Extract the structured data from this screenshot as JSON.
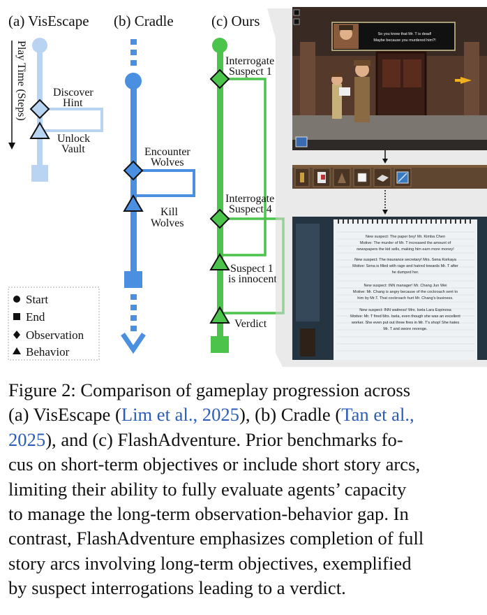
{
  "panels": {
    "a": {
      "title": "(a) VisEscape",
      "axis_label": "Play Time (Steps)",
      "nodes": [
        "Discover",
        "Hint",
        "Unlock",
        "Vault"
      ]
    },
    "b": {
      "title": "(b) Cradle",
      "nodes": [
        "Encounter",
        "Wolves",
        "Kill",
        "Wolves"
      ]
    },
    "c": {
      "title": "(c) Ours",
      "nodes": [
        "Interrogate",
        "Suspect 1",
        "Interrogate",
        "Suspect 4",
        "Suspect 1",
        "is innocent",
        "Verdict"
      ]
    }
  },
  "legend": [
    "Start",
    "End",
    "Observation",
    "Behavior"
  ],
  "colors": {
    "visescape": "#b9d3f3",
    "cradle": "#4a8fe0",
    "ours": "#4cc44c"
  },
  "screenshot": {
    "dialogue": [
      "So you know that Mr. T is dead!",
      "Maybe because you murdered him?!"
    ],
    "notebook": [
      "New suspect: The paper boy! Mr. Kimba Chen",
      "Motive: The murder of Mr. T increased the amount of",
      "newspapers the kid sells, making him earn more money!",
      "New suspect: The insurance secretary! Mrs. Sena Korkaya",
      "Motive: Sena is filled with rage and hatred towards Mr. T after",
      "he dumped her.",
      "New suspect: INN manager! Mr. Chang Jun Wei",
      "Motive: Mr. Chang is angry because of the cockroach sent to",
      "him by Mr.T. That cockroach hurt Mr. Chang's business.",
      "New suspect: INN waitress! Mrs. Isela Lara Espinosa",
      "Motive: Mr. T fired Mrs. Isela, even though she was an excellent",
      "worker. She even put out three fires in Mr. T's shop! She hates",
      "Mr. T and swore revenge."
    ]
  },
  "caption": {
    "lines": [
      [
        "Figure 2: Comparison of gameplay progression across"
      ],
      [
        "(a) VisEscape (",
        {
          "cite": "Lim et al., 2025"
        },
        "), (b) Cradle (",
        {
          "cite": "Tan et al.,"
        }
      ],
      [
        {
          "cite": "2025"
        },
        "), and (c) FlashAdventure.  Prior benchmarks fo-"
      ],
      [
        "cus on short-term objectives or include short story arcs,"
      ],
      [
        "limiting their ability to fully evaluate agents’ capacity"
      ],
      [
        "to manage the long-term observation-behavior gap. In"
      ],
      [
        "contrast, FlashAdventure emphasizes completion of full"
      ],
      [
        "story arcs involving long-term objectives, exemplified"
      ],
      [
        "by suspect interrogations leading to a verdict."
      ]
    ]
  }
}
